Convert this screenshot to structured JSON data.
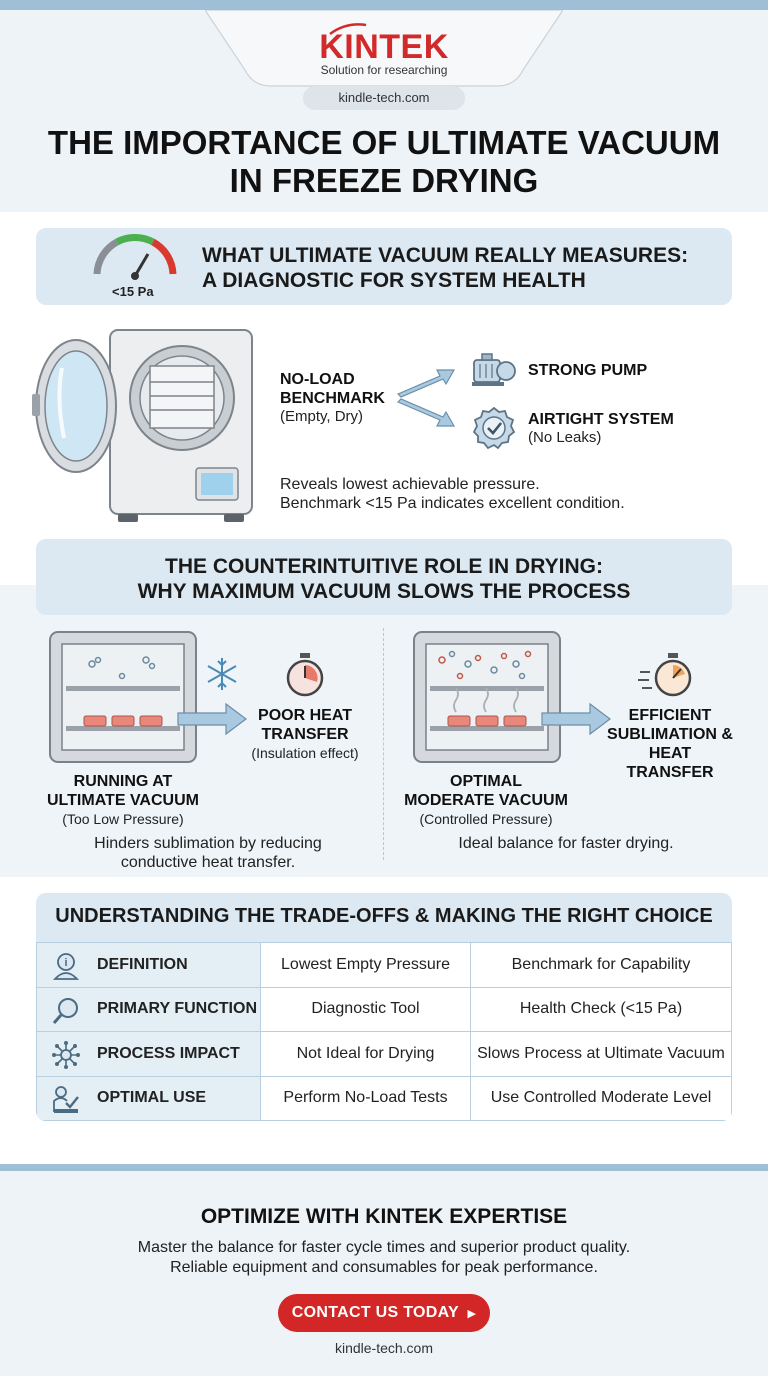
{
  "brand": {
    "logo": "KINTEK",
    "tagline": "Solution for researching",
    "website": "kindle-tech.com",
    "accent_color": "#d32626"
  },
  "title": {
    "line1": "THE IMPORTANCE OF ULTIMATE VACUUM",
    "line2": "IN FREEZE DRYING"
  },
  "section1": {
    "title_line1": "WHAT ULTIMATE VACUUM REALLY MEASURES:",
    "title_line2": "A DIAGNOSTIC FOR SYSTEM HEALTH",
    "gauge_label": "<15 Pa",
    "gauge_icon": "pressure-gauge-icon",
    "benchmark_line1": "NO-LOAD",
    "benchmark_line2": "BENCHMARK",
    "benchmark_sub": "(Empty, Dry)",
    "pump_label": "STRONG PUMP",
    "pump_icon": "pump-icon",
    "airtight_label": "AIRTIGHT SYSTEM",
    "airtight_sub": "(No Leaks)",
    "airtight_icon": "check-badge-icon",
    "note_line1": "Reveals lowest achievable pressure.",
    "note_line2": "Benchmark <15 Pa indicates excellent condition."
  },
  "section2": {
    "title_line1": "THE COUNTERINTUITIVE ROLE IN DRYING:",
    "title_line2": "WHY MAXIMUM VACUUM SLOWS THE PROCESS",
    "left": {
      "effect_line1": "POOR HEAT",
      "effect_line2": "TRANSFER",
      "effect_sub": "(Insulation effect)",
      "caption_line1": "RUNNING AT",
      "caption_line2": "ULTIMATE VACUUM",
      "caption_sub": "(Too Low Pressure)",
      "note_line1": "Hinders sublimation by reducing",
      "note_line2": "conductive heat transfer."
    },
    "right": {
      "effect_line1": "EFFICIENT",
      "effect_line2": "SUBLIMATION &",
      "effect_line3": "HEAT TRANSFER",
      "caption_line1": "OPTIMAL",
      "caption_line2": "MODERATE VACUUM",
      "caption_sub": "(Controlled Pressure)",
      "note_line1": "Ideal balance for faster drying."
    }
  },
  "table": {
    "title": "UNDERSTANDING THE TRADE-OFFS & MAKING THE RIGHT CHOICE",
    "rows": [
      {
        "label": "DEFINITION",
        "icon": "info-person-icon",
        "col1": "Lowest Empty Pressure",
        "col2": "Benchmark for Capability"
      },
      {
        "label": "PRIMARY FUNCTION",
        "icon": "magnifier-icon",
        "col1": "Diagnostic Tool",
        "col2": "Health Check (<15 Pa)"
      },
      {
        "label": "PROCESS IMPACT",
        "icon": "network-icon",
        "col1": "Not Ideal for Drying",
        "col2": "Slows Process at Ultimate Vacuum"
      },
      {
        "label": "OPTIMAL USE",
        "icon": "user-check-icon",
        "col1": "Perform No-Load Tests",
        "col2": "Use Controlled Moderate Level"
      }
    ]
  },
  "footer": {
    "title": "OPTIMIZE WITH KINTEK EXPERTISE",
    "line1": "Master the balance for faster cycle times and superior product quality.",
    "line2": "Reliable equipment and consumables for peak performance.",
    "cta_label": "CONTACT US TODAY",
    "website": "kindle-tech.com"
  }
}
